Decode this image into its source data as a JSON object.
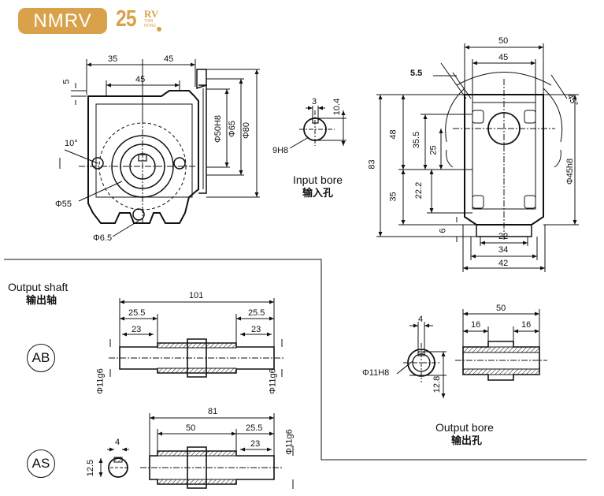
{
  "header": {
    "badge": "NMRV",
    "logo_number": "25",
    "logo_suffix": "RV",
    "logo_sub_1": "TIAN",
    "logo_sub_2": "HONG"
  },
  "front_view": {
    "dims": [
      "35",
      "45",
      "45",
      "5",
      "10°",
      "Φ50H8",
      "Φ65",
      "Φ80",
      "Φ55",
      "Φ6.5"
    ]
  },
  "input_bore": {
    "dims": [
      "3",
      "10.4",
      "9H8"
    ],
    "caption_en": "Input bore",
    "caption_cn": "输入孔"
  },
  "side_view": {
    "dims": [
      "50",
      "45",
      "5.5",
      "45°",
      "48",
      "35.5",
      "25",
      "83",
      "35",
      "22.2",
      "6",
      "22",
      "34",
      "42",
      "Φ45h8"
    ]
  },
  "output_shaft": {
    "title_en": "Output shaft",
    "title_cn": "输出轴",
    "ab_label": "AB",
    "as_label": "AS",
    "ab_dims": [
      "101",
      "25.5",
      "23",
      "25.5",
      "23",
      "Φ11g6",
      "Φ11g6"
    ],
    "as_dims": [
      "81",
      "50",
      "25.5",
      "23",
      "4",
      "12.5",
      "Φ11g6"
    ]
  },
  "output_bore": {
    "dims": [
      "4",
      "Φ11H8",
      "12.8",
      "50",
      "16",
      "16"
    ],
    "caption_en": "Output bore",
    "caption_cn": "输出孔"
  }
}
